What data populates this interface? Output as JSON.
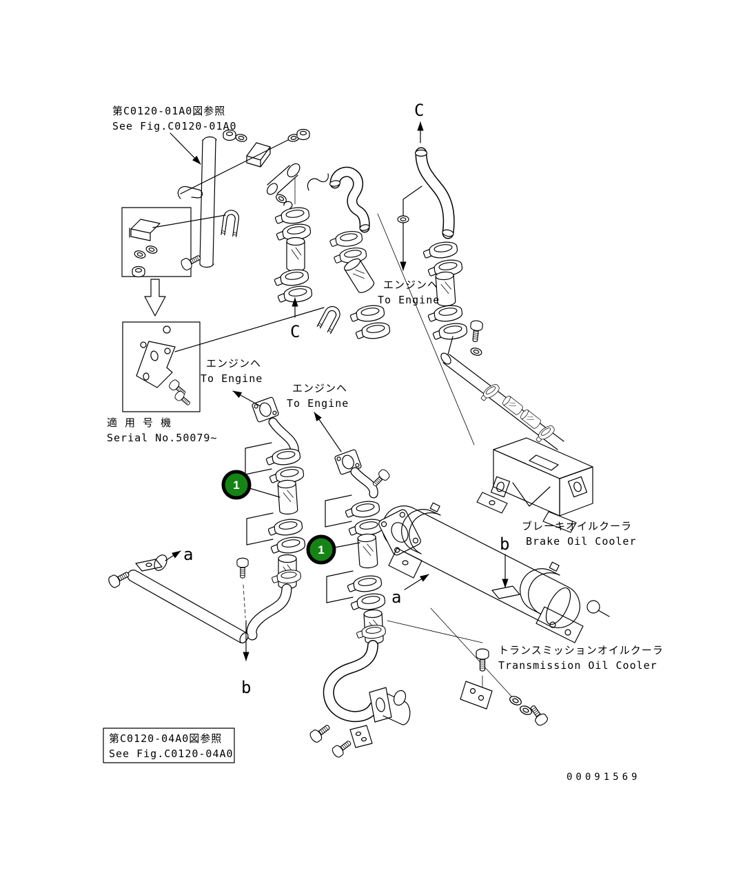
{
  "figure_title": "Oil cooler piping parts diagram",
  "labels": {
    "ref_top_jp": "第C0120-01A0図参照",
    "ref_top_en": "See Fig.C0120-01A0",
    "serial_jp": "適 用 号 機",
    "serial_en": "Serial No.50079~",
    "to_engine_jp": "エンジンヘ",
    "to_engine_en": "To Engine",
    "brake_cooler_jp": "ブレーキオイルクーラ",
    "brake_cooler_en": "Brake Oil Cooler",
    "trans_cooler_jp": "トランスミッションオイルクーラ",
    "trans_cooler_en": "Transmission Oil Cooler",
    "ref_bottom_jp": "第C0120-04A0図参照",
    "ref_bottom_en": "See Fig.C0120-04A0"
  },
  "view_labels": {
    "c": "C",
    "a": "a",
    "b": "b"
  },
  "callouts": [
    {
      "number": "1"
    },
    {
      "number": "1"
    }
  ],
  "drawing_number": "00091569",
  "colors": {
    "callout_fill": "#168316",
    "callout_ring": "#000000",
    "callout_text": "#ffffff",
    "line_color": "#000000",
    "background": "#ffffff"
  }
}
